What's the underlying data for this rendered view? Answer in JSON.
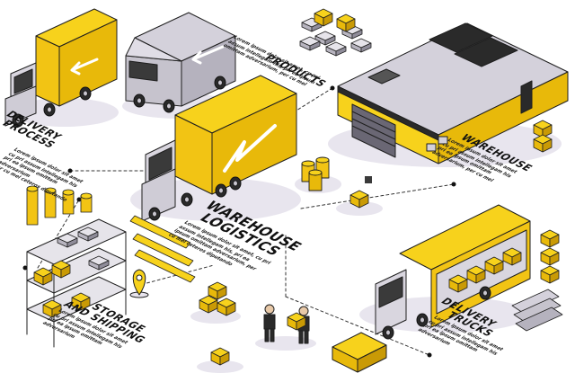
{
  "infographic": {
    "center": {
      "title_lines": [
        "WAREHOUSE",
        "LOGISTICS"
      ],
      "text_lines": [
        "Lorem ipsum dolor sit amet, cu pri",
        "assum intellegam his, pri ea",
        "ipsum omittam adversarium, per",
        "cu mel ceteros diputando"
      ]
    },
    "delivery_process": {
      "title_lines": [
        "DELIVERY",
        "PROCESS"
      ],
      "text_lines": [
        "Lorem ipsum dolor sit amet",
        "cu pri assum intellegam his",
        "pri ea ipsum omittam",
        "adversarium",
        "per cu mel ceteros diputando"
      ]
    },
    "products": {
      "title_lines": [
        "PRODUCTS"
      ],
      "text_lines": [
        "Lorem ipsum dolor sit amet, cu pri",
        "assum intellegam his, pri ea ipsum",
        "omittam adversarium, per cu mel"
      ]
    },
    "warehouse": {
      "title_lines": [
        "WAREHOUSE"
      ],
      "text_lines": [
        "Lorem ipsum dolor sit amet",
        "cu pri assum intellegam his",
        "pri ea ipsum omittam",
        "adversarium, per cu mel"
      ]
    },
    "storage_shipping": {
      "title_lines": [
        "STORAGE",
        "AND SHIPPING"
      ],
      "text_lines": [
        "Lorem ipsum dolor sit amet",
        "cu pri assum intellegam his",
        "pri ea ipsum omittam",
        "adversarium"
      ]
    },
    "delivery_trucks": {
      "title_lines": [
        "DELIVERY",
        "TRUCKS"
      ],
      "text_lines": [
        "Lorem ipsum dolor sit amet",
        "cu pri assum intellegam his",
        "pri ea ipsum omittam",
        "adversarium"
      ]
    }
  },
  "colors": {
    "accent_yellow": "#f7d21c",
    "shadow": "#e8e5ee",
    "grey": "#b5b2be",
    "outline": "#1f1f1f"
  }
}
